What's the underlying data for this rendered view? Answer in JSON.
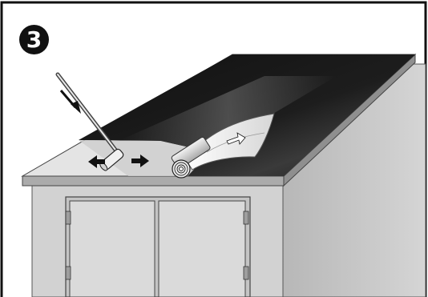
{
  "step": {
    "number": "3"
  },
  "colors": {
    "border": "#111111",
    "film": "#1b1b1b",
    "film_highlight": "#4a4a4a",
    "countertop_edge": "#a8a8a8",
    "cabinet_front": "#cfcfcf",
    "cabinet_side": "#bdbdbd",
    "background": "#ffffff"
  },
  "icons": {
    "badge": "circled-digit",
    "roller": "hand-roller-tool",
    "film_roll": "rolled-film",
    "arrows": [
      "press-down-arrow",
      "left-arrow",
      "right-arrow",
      "peel-direction-arrow"
    ]
  }
}
